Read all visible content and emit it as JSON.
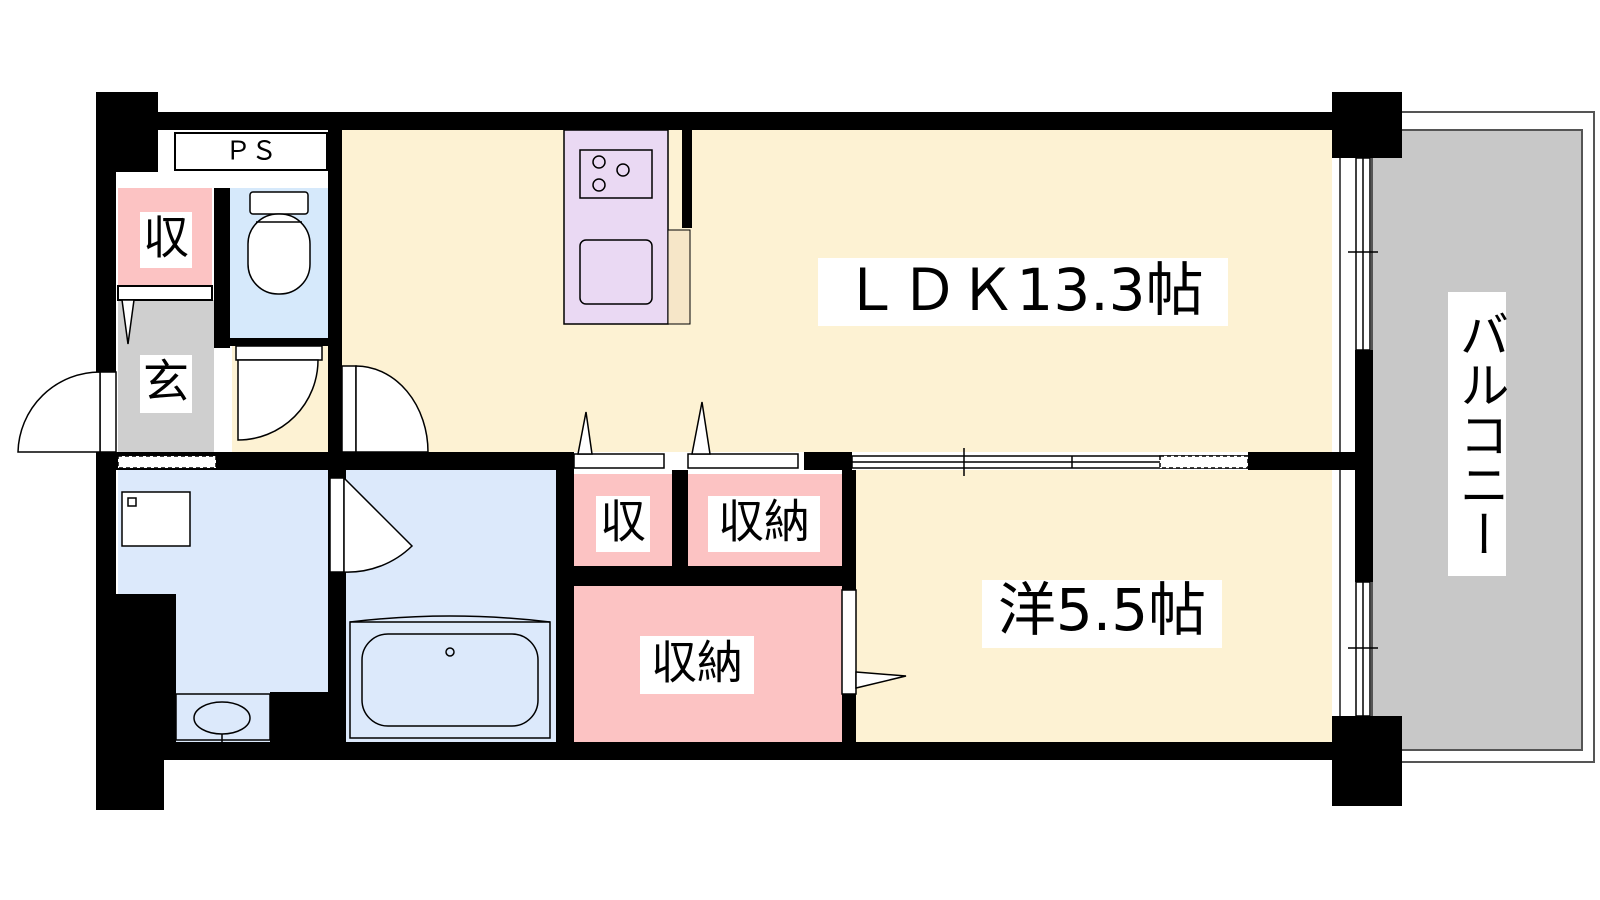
{
  "floor_plan": {
    "rooms": {
      "ldk": {
        "label": "ＬＤＫ13.3帖",
        "color": "#fdf2d3"
      },
      "western": {
        "label": "洋5.5帖",
        "color": "#fdf2d3"
      },
      "balcony": {
        "label": "バルコニー",
        "color": "#c8c8c8"
      },
      "entrance": {
        "label": "玄",
        "color": "#cfcfcf"
      },
      "entrance_storage": {
        "label": "収",
        "color": "#fcc3c3"
      },
      "ps": {
        "label": "ＰＳ"
      },
      "hall_storage_small": {
        "label": "収",
        "color": "#fcc3c3"
      },
      "hall_storage": {
        "label": "収納",
        "color": "#fcc3c3"
      },
      "bedroom_closet": {
        "label": "収納",
        "color": "#fcc3c3"
      },
      "toilet": {
        "color": "#d6e9fb"
      },
      "bathroom": {
        "color": "#dce9fb"
      },
      "washroom": {
        "color": "#dce9fb"
      },
      "kitchen": {
        "color": "#ead9f3"
      }
    },
    "colors": {
      "wall": "#000000",
      "floor": "#fdf2d3",
      "wet_area": "#dce9fb",
      "storage": "#fcc3c3",
      "kitchen": "#ead9f3",
      "balcony": "#c8c8c8"
    }
  }
}
